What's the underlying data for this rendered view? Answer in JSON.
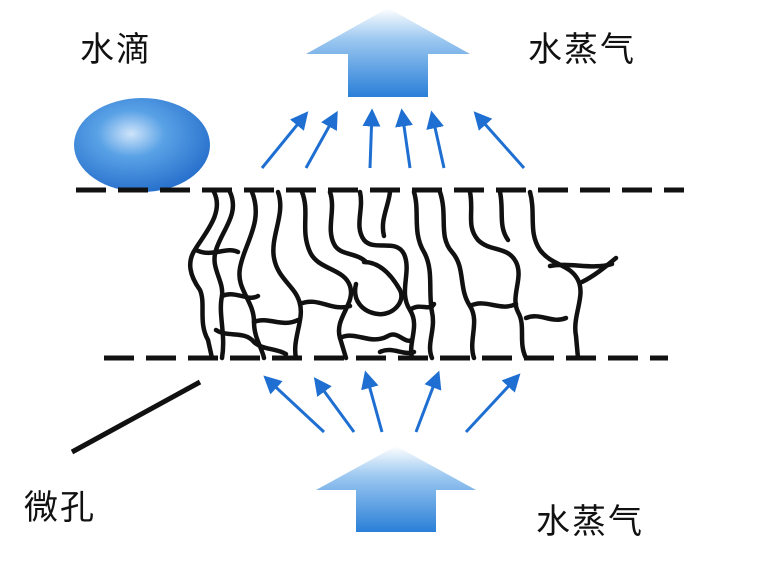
{
  "labels": {
    "water_droplet": "水滴",
    "vapor_top": "水蒸气",
    "micropore": "微孔",
    "vapor_bottom": "水蒸气"
  },
  "colors": {
    "arrow_blue": "#1e6fd1",
    "droplet_blue": "#2a7fd8",
    "membrane_black": "#111111"
  }
}
